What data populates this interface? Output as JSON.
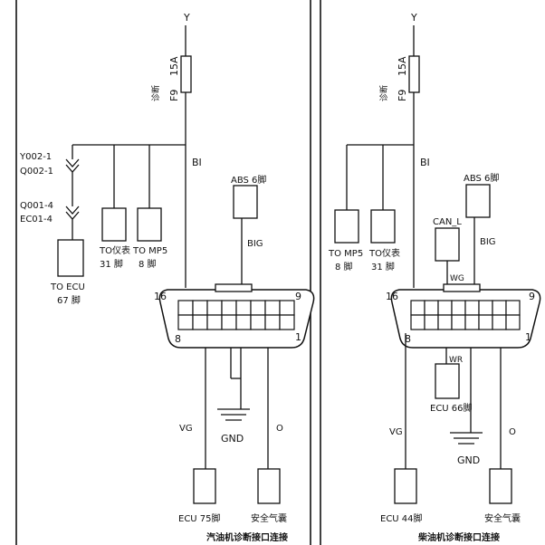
{
  "colors": {
    "ink": "#111111",
    "paper": "#ffffff"
  },
  "left": {
    "supply": "Y",
    "fuse_name": "诊断",
    "fuse_id": "F9",
    "fuse_rating": "15A",
    "wire_main": "BI",
    "conn_labels": [
      "Y002-1",
      "Q002-1",
      "Q001-4",
      "EC01-4"
    ],
    "box_ecu_top": "TO ECU",
    "box_ecu_bot": "67 脚",
    "box_inst_top": "TO仪表",
    "box_inst_bot": "31 脚",
    "box_mp5_top": "TO MP5",
    "box_mp5_bot": "8 脚",
    "abs_label": "ABS 6脚",
    "wire_abs": "BIG",
    "pin16": "16",
    "pin9": "9",
    "pin8": "8",
    "pin1": "1",
    "wire_vg": "VG",
    "wire_o": "O",
    "gnd": "GND",
    "ecu_label": "ECU 75脚",
    "airbag_label": "安全气囊",
    "caption": "汽油机诊断接口连接"
  },
  "right": {
    "supply": "Y",
    "fuse_name": "诊断",
    "fuse_id": "F9",
    "fuse_rating": "15A",
    "wire_main": "BI",
    "box_mp5_top": "TO MP5",
    "box_mp5_bot": "8 脚",
    "box_inst_top": "TO仪表",
    "box_inst_bot": "31 脚",
    "can_label": "CAN_L",
    "wire_wg": "WG",
    "abs_label": "ABS 6脚",
    "wire_abs": "BIG",
    "pin16": "16",
    "pin9": "9",
    "pin8": "8",
    "pin1": "1",
    "wire_wr": "WR",
    "ecu66_label": "ECU 66脚",
    "wire_vg": "VG",
    "wire_o": "O",
    "gnd": "GND",
    "ecu_label": "ECU 44脚",
    "airbag_label": "安全气囊",
    "caption": "柴油机诊断接口连接"
  }
}
